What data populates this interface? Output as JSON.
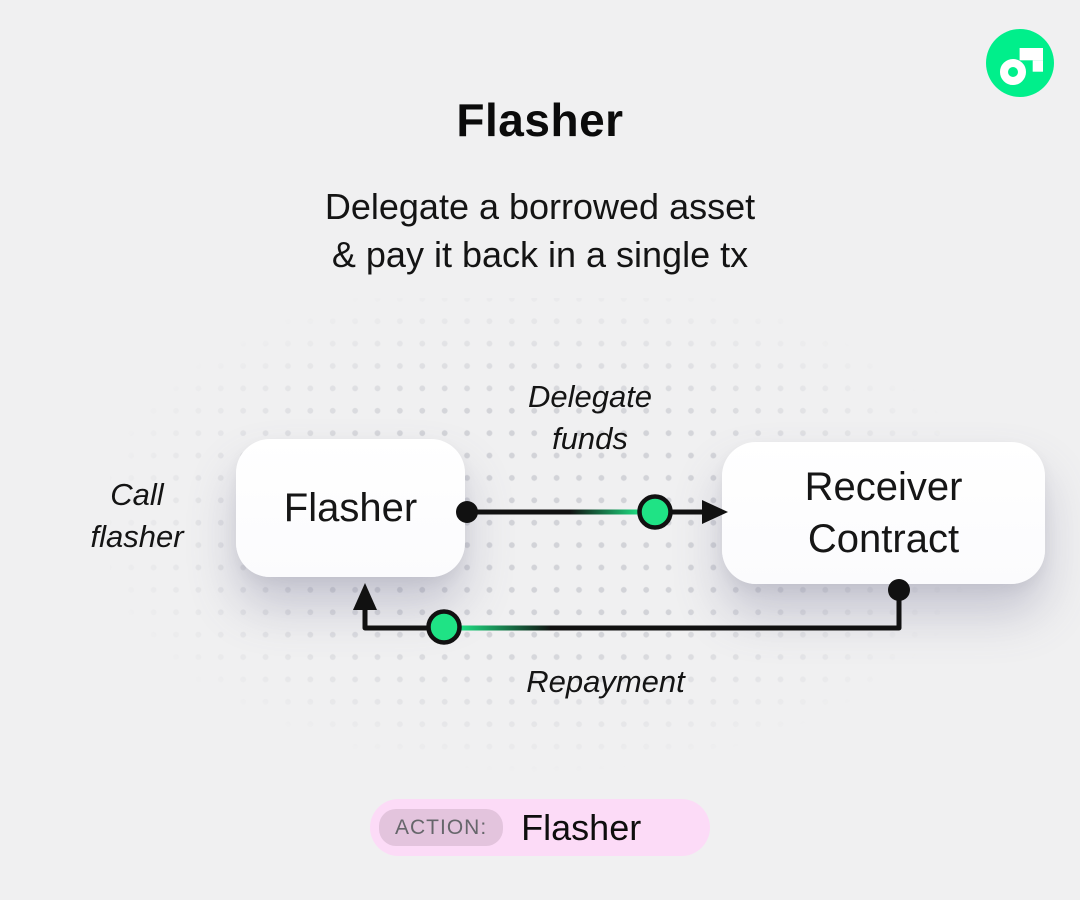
{
  "header": {
    "title": "Flasher",
    "subtitle_line1": "Delegate a borrowed asset",
    "subtitle_line2": "& pay it back in a single tx"
  },
  "logo": {
    "name": "flow-logo",
    "brand_green": "#00EF8B",
    "glyph_color": "#FFFFFF"
  },
  "diagram": {
    "flasher_node_label": "Flasher",
    "receiver_node_line1": "Receiver",
    "receiver_node_line2": "Contract",
    "call_label_line1": "Call",
    "call_label_line2": "flasher",
    "delegate_label_line1": "Delegate",
    "delegate_label_line2": "funds",
    "repayment_label": "Repayment",
    "accent_green": "#1FE385",
    "line_color": "#111111"
  },
  "footer": {
    "action_label": "ACTION:",
    "action_value": "Flasher",
    "pill_color": "#FCDBF7",
    "badge_color": "#E3C4DD"
  }
}
